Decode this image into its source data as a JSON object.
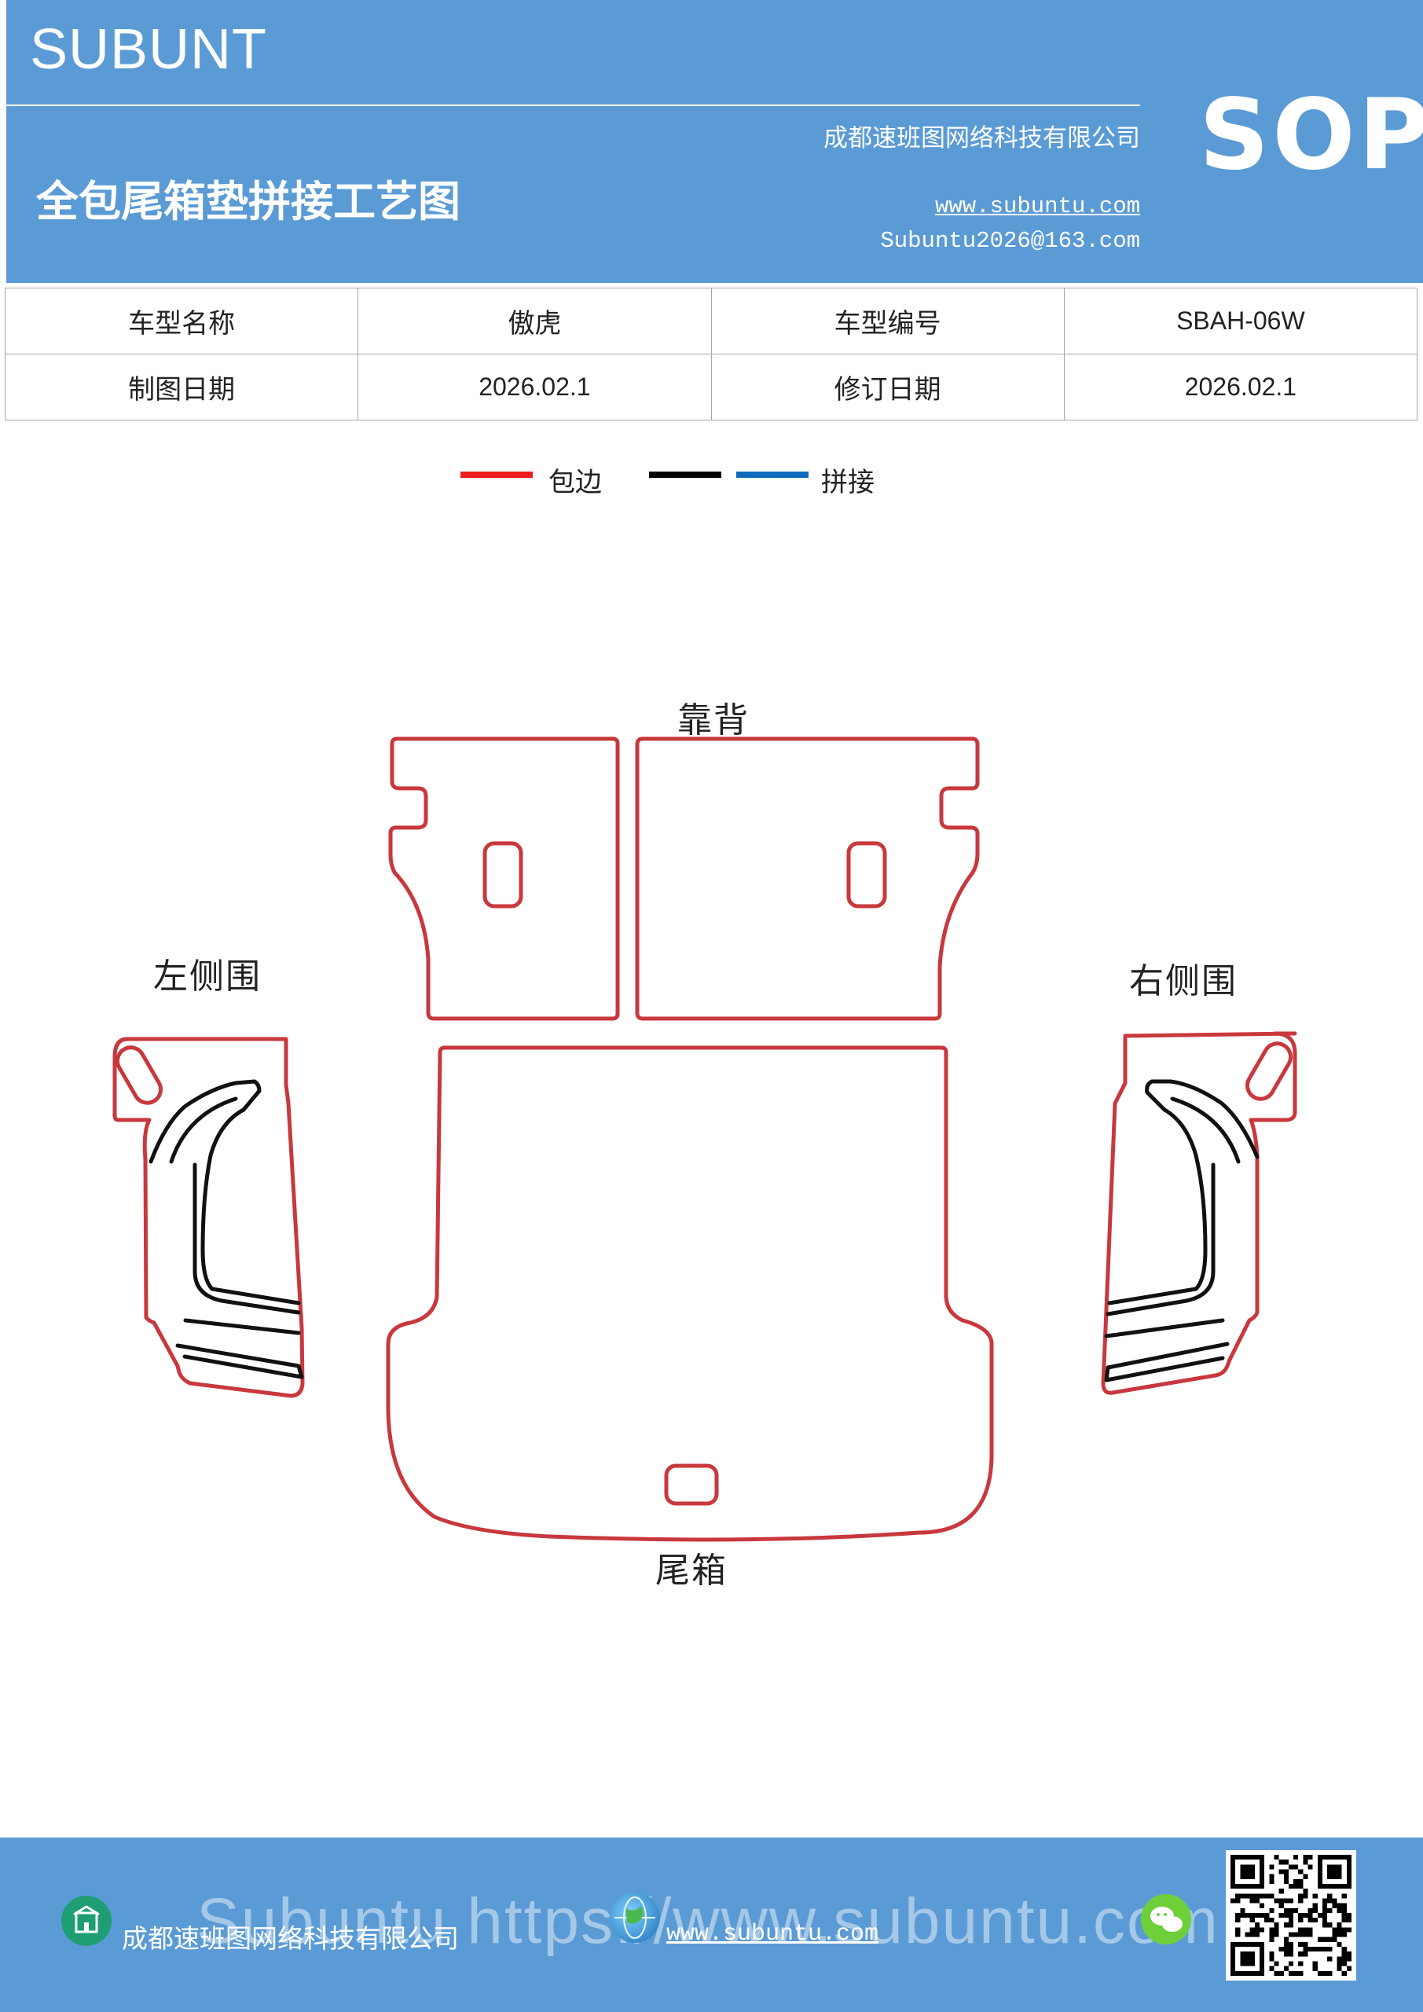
{
  "header": {
    "brand": "SUBUNT",
    "title": "全包尾箱垫拼接工艺图",
    "company": "成都速班图网络科技有限公司",
    "website": "www.subuntu.com",
    "email": "Subuntu2026@163.com",
    "badge": "SOP"
  },
  "info_table": {
    "rows": [
      [
        {
          "label": "车型名称",
          "value": "傲虎"
        },
        {
          "label": "车型编号",
          "value": "SBAH-06W"
        }
      ],
      [
        {
          "label": "制图日期",
          "value": "2026.02.1"
        },
        {
          "label": "修订日期",
          "value": "2026.02.1"
        }
      ]
    ]
  },
  "legend": {
    "items": [
      {
        "label": "包边",
        "color": "#ee1c1c"
      },
      {
        "label": "",
        "color": "#000000"
      },
      {
        "label": "拼接",
        "color": "#0f6cbd"
      }
    ]
  },
  "diagram": {
    "labels": {
      "backrest": "靠背",
      "left_side": "左侧围",
      "right_side": "右侧围",
      "trunk": "尾箱"
    },
    "colors": {
      "edge": "#c8383c",
      "seam": "#111111"
    }
  },
  "footer": {
    "ghost_text": "Subuntu https://www.subuntu.com",
    "company": "成都速班图网络科技有限公司",
    "website": "www.subuntu.com"
  },
  "colors": {
    "band": "#5b9bd5"
  }
}
